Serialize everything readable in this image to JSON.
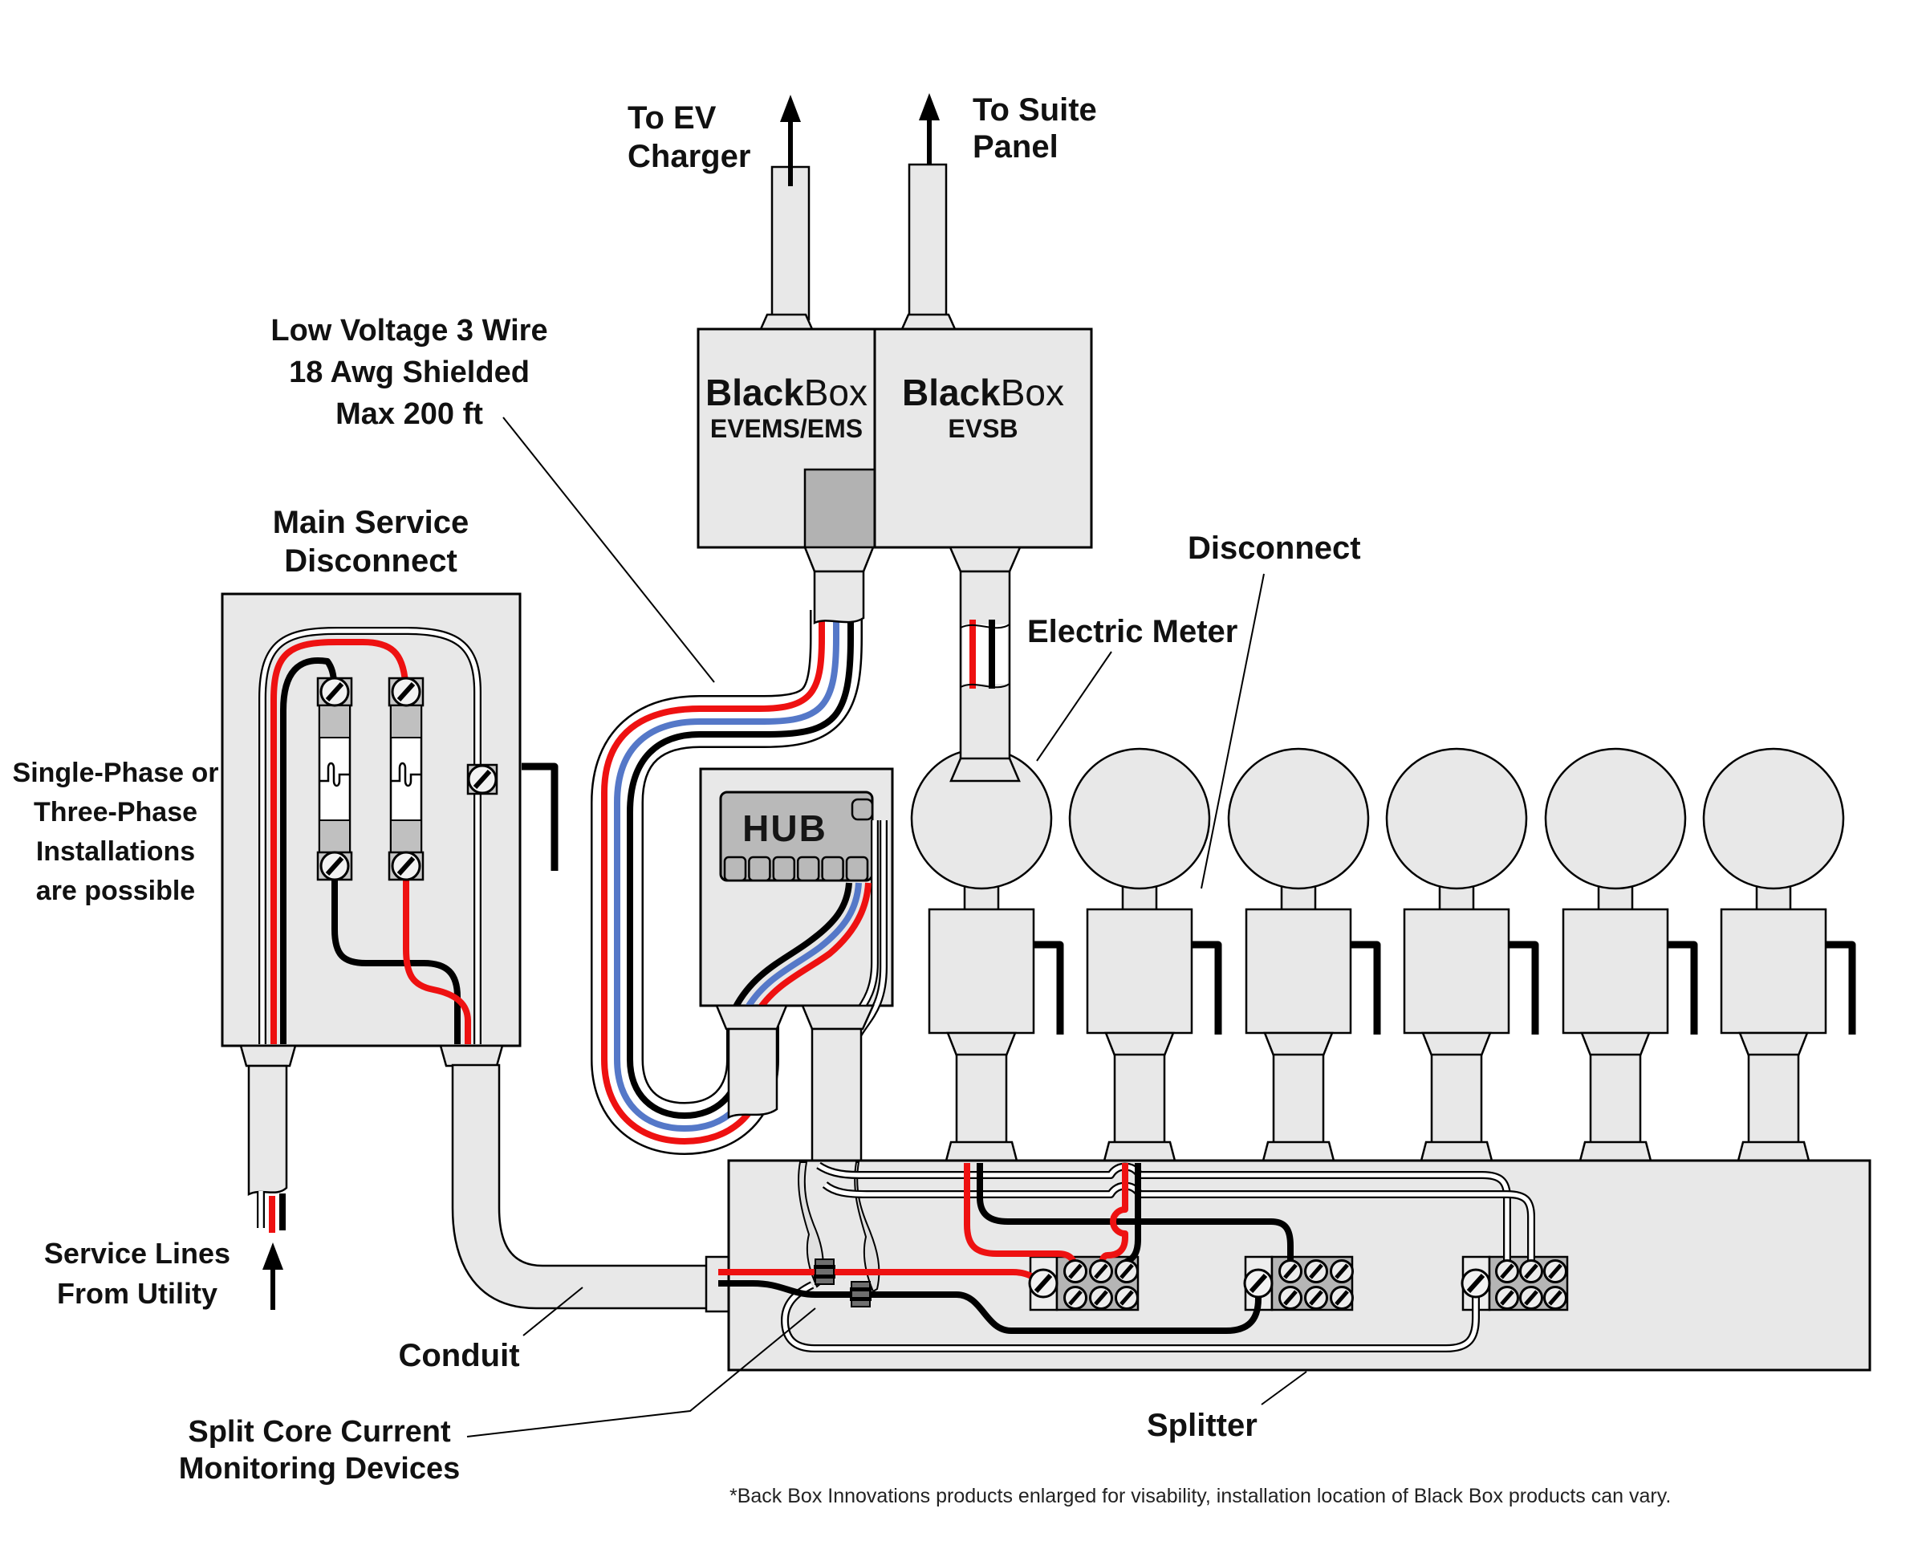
{
  "diagram": {
    "title_implicit": "EV charging metering wiring diagram",
    "labels": {
      "to_ev": [
        "To EV",
        "Charger"
      ],
      "to_suite": [
        "To Suite",
        "Panel"
      ],
      "low_voltage": [
        "Low Voltage 3 Wire",
        "18 Awg Shielded",
        "Max 200 ft"
      ],
      "main_service": [
        "Main Service",
        "Disconnect"
      ],
      "single_phase": [
        "Single-Phase or",
        "Three-Phase",
        "Installations",
        "are possible"
      ],
      "service_lines": [
        "Service Lines",
        "From Utility"
      ],
      "conduit": "Conduit",
      "split_core": [
        "Split Core Current",
        "Monitoring Devices"
      ],
      "splitter": "Splitter",
      "disconnect": "Disconnect",
      "electric_meter": "Electric Meter"
    },
    "devices": {
      "evems": {
        "brand_bold": "Black",
        "brand_light": "Box",
        "model": "EVEMS/EMS"
      },
      "evsb": {
        "brand_bold": "Black",
        "brand_light": "Box",
        "model": "EVSB"
      },
      "hub": {
        "label": "HUB"
      }
    },
    "meters": {
      "count": 6
    },
    "terminal_blocks": {
      "count": 3,
      "screws_per_block": 7
    },
    "footnote": "*Back Box Innovations products enlarged for visability, installation location of Black Box products can vary.",
    "colors": {
      "wire_red": "#ee1111",
      "wire_blue": "#5578c8",
      "wire_black": "#000000",
      "wire_white": "#ffffff",
      "enclosure_fill": "#e8e8e8",
      "panel_fill": "#b9b9b9",
      "terminal_fill": "#b5b5b5"
    }
  }
}
